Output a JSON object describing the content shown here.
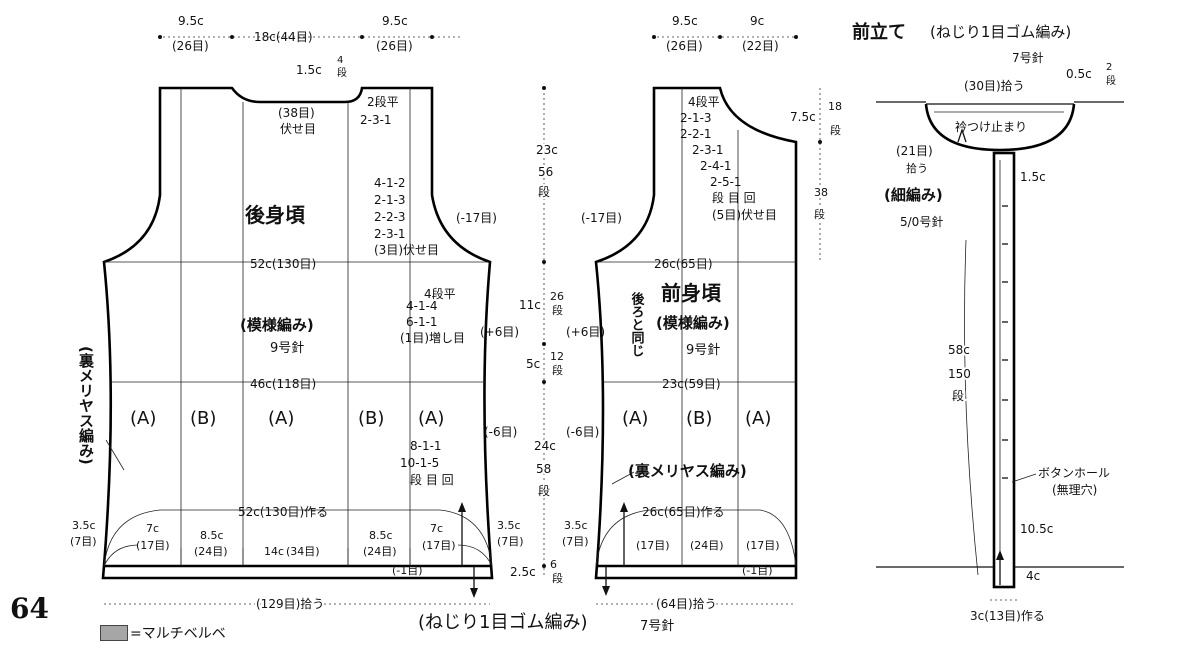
{
  "page_number": "64",
  "legend": {
    "swatch_color": "#a6a6a6",
    "label": "=マルチベルベ"
  },
  "back_body": {
    "title": "後身頃",
    "pattern": "(模様編み)",
    "needle": "9号針",
    "reverse_stockinette": "(裏メリヤス編み)",
    "top_dims": [
      "9.5c",
      "(26目)",
      "18c(44目)",
      "9.5c",
      "(26目)"
    ],
    "neck_depth": "1.5c",
    "neck_rows": "4\n段",
    "neck_bind": [
      "(38目)",
      "伏せ目"
    ],
    "shoulder_dec": [
      "2段平",
      "2-3-1"
    ],
    "armhole_dec": [
      "4-1-2",
      "2-1-3",
      "2-2-3",
      "2-3-1",
      "(3目)伏せ目"
    ],
    "armhole_side": "(-17目)",
    "width_52": "52c(130目)",
    "side_inc": [
      "4段平",
      "4-1-4",
      "6-1-1",
      "(1目)増し目"
    ],
    "side_plus": "(+6目)",
    "width_46": "46c(118目)",
    "sections": [
      "(A)",
      "(B)",
      "(A)",
      "(B)",
      "(A)"
    ],
    "side_dec": [
      "8-1-1",
      "10-1-5",
      "段 目 回"
    ],
    "minus_one": "(-1目)",
    "cast_on": "52c(130目)作る",
    "bottom_sections": [
      {
        "cm": "3.5c",
        "st": "(7目)"
      },
      {
        "cm": "7c",
        "st": "(17目)"
      },
      {
        "cm": "8.5c",
        "st": "(24目)"
      },
      {
        "cm": "14c",
        "st": "(34目)"
      },
      {
        "cm": "8.5c",
        "st": "(24目)"
      },
      {
        "cm": "7c",
        "st": "(17目)"
      },
      {
        "cm": "3.5c",
        "st": "(7目)"
      }
    ],
    "pickup": "(129目)拾う"
  },
  "center_measures": {
    "armhole": [
      "23c",
      "56",
      "段"
    ],
    "waist_upper": [
      "11c",
      "26",
      "段"
    ],
    "waist_mid": [
      "5c",
      "12",
      "段"
    ],
    "waist_plus": "(+6目)",
    "waist_minus": "(-6目)",
    "lower": [
      "24c",
      "58",
      "段"
    ],
    "ribbing": [
      "2.5c",
      "6",
      "段"
    ],
    "minus_left": "(-6目)"
  },
  "front_body": {
    "title": "前身頃",
    "pattern": "(模様編み)",
    "needle": "9号針",
    "reverse_stockinette": "(裏メリヤス編み)",
    "top_dims": [
      "9.5c",
      "(26目)",
      "9c",
      "(22目)"
    ],
    "neck_depth": "7.5c",
    "neck_rows": "18\n段",
    "neck_dec": [
      "4段平",
      "2-1-3",
      "2-2-1",
      "2-3-1",
      "2-4-1",
      "2-5-1",
      "段 目 回",
      "(5目)伏せ目"
    ],
    "armhole_rows": [
      "38",
      "段"
    ],
    "armhole_side": "(-17目)",
    "same_as_back": "後ろと同じ",
    "width_26": "26c(65目)",
    "width_23": "23c(59目)",
    "sections": [
      "(A)",
      "(B)",
      "(A)"
    ],
    "cast_on": "26c(65目)作る",
    "bottom_sections": [
      {
        "cm": "3.5c",
        "st": "(7目)"
      },
      {
        "cm": "",
        "st": "(17目)"
      },
      {
        "cm": "",
        "st": "(24目)"
      },
      {
        "cm": "",
        "st": "(17目)"
      }
    ],
    "minus_one": "(-1目)",
    "pickup": "(64目)拾う"
  },
  "ribbing_label": "(ねじり1目ゴム編み)",
  "ribbing_needle": "7号針",
  "placket": {
    "title": "前立て",
    "title_sub": "(ねじり1目ゴム編み)",
    "needle": "7号針",
    "pickup_30": "(30目)拾う",
    "depth": "0.5c",
    "depth_rows": "2\n段",
    "collar_stop": "衿つけ止まり",
    "pickup_21": [
      "(21目)",
      "拾う"
    ],
    "crochet": "(細編み)",
    "crochet_needle": "5/0号針",
    "top_gap": "1.5c",
    "length": [
      "58c",
      "150",
      "段"
    ],
    "buttonhole": [
      "ボタンホール",
      "(無理穴)"
    ],
    "spacing": "10.5c",
    "bottom_gap": "4c",
    "cast_on": "3c(13目)作る"
  }
}
